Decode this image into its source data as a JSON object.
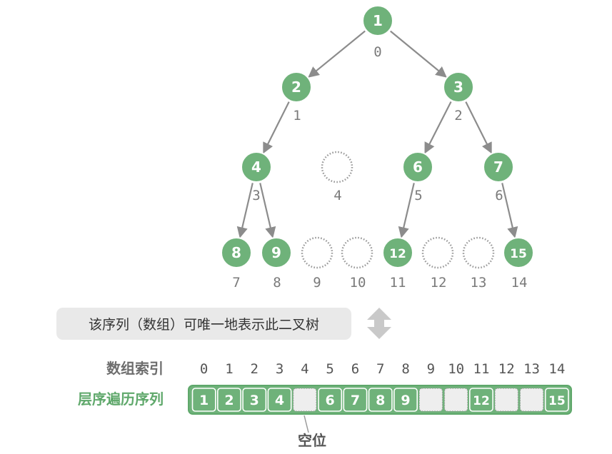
{
  "tree": {
    "nodes": [
      {
        "id": "n0",
        "label": "1",
        "index": "0",
        "empty": false
      },
      {
        "id": "n1",
        "label": "2",
        "index": "1",
        "empty": false
      },
      {
        "id": "n2",
        "label": "3",
        "index": "2",
        "empty": false
      },
      {
        "id": "n3",
        "label": "4",
        "index": "3",
        "empty": false
      },
      {
        "id": "n4",
        "label": "",
        "index": "4",
        "empty": true
      },
      {
        "id": "n5",
        "label": "6",
        "index": "5",
        "empty": false
      },
      {
        "id": "n6",
        "label": "7",
        "index": "6",
        "empty": false
      },
      {
        "id": "n7",
        "label": "8",
        "index": "7",
        "empty": false
      },
      {
        "id": "n8",
        "label": "9",
        "index": "8",
        "empty": false
      },
      {
        "id": "n9",
        "label": "",
        "index": "9",
        "empty": true
      },
      {
        "id": "n10",
        "label": "",
        "index": "10",
        "empty": true
      },
      {
        "id": "n11",
        "label": "12",
        "index": "11",
        "empty": false
      },
      {
        "id": "n12",
        "label": "",
        "index": "12",
        "empty": true
      },
      {
        "id": "n13",
        "label": "",
        "index": "13",
        "empty": true
      },
      {
        "id": "n14",
        "label": "15",
        "index": "14",
        "empty": false
      }
    ],
    "edges": [
      [
        "n0",
        "n1"
      ],
      [
        "n0",
        "n2"
      ],
      [
        "n1",
        "n3"
      ],
      [
        "n2",
        "n5"
      ],
      [
        "n2",
        "n6"
      ],
      [
        "n3",
        "n7"
      ],
      [
        "n3",
        "n8"
      ],
      [
        "n5",
        "n11"
      ],
      [
        "n6",
        "n14"
      ]
    ]
  },
  "note": {
    "text": "该序列（数组）可唯一地表示此二叉树"
  },
  "array": {
    "index_label": "数组索引",
    "sequence_label": "层序遍历序列",
    "indices": [
      "0",
      "1",
      "2",
      "3",
      "4",
      "5",
      "6",
      "7",
      "8",
      "9",
      "10",
      "11",
      "12",
      "13",
      "14"
    ],
    "values": [
      "1",
      "2",
      "3",
      "4",
      "",
      "6",
      "7",
      "8",
      "9",
      "",
      "",
      "12",
      "",
      "",
      "15"
    ],
    "empty_slot_label": "空位"
  },
  "colors": {
    "node_fill": "#6fb27a",
    "node_stroke": "#ffffff",
    "node_text": "#ffffff",
    "edge": "#8c8c8c",
    "empty_stroke": "#9a9a9a",
    "empty_fill": "#f2f2f2",
    "index_text": "#7a7a7a",
    "note_bg": "#e9e9e9",
    "note_text": "#333333",
    "label_gray": "#6d6d6d",
    "label_green": "#5fa86b",
    "array_bg": "#6fb27a",
    "array_border": "#5fa86b",
    "array_cell_empty": "#eeeeee",
    "arrow_gray": "#c9c9c9"
  },
  "icons": {
    "double_arrow": "up-down-arrow-icon"
  }
}
